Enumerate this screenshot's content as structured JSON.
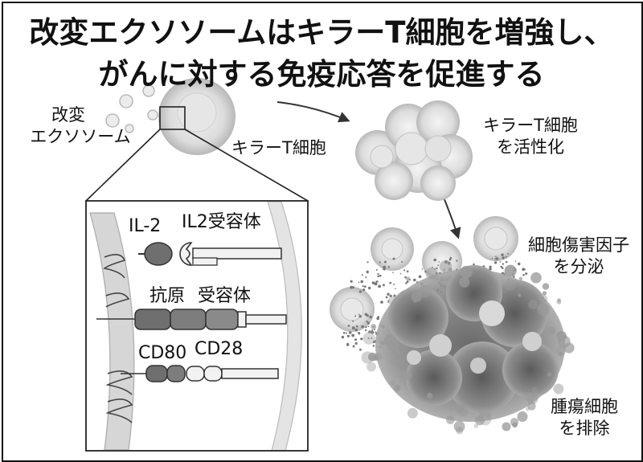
{
  "title": {
    "line1": "改変エクソソームはキラーT細胞を増強し、",
    "line2": "がんに対する免疫応答を促進する"
  },
  "labels": {
    "modified_exosome_1": "改変",
    "modified_exosome_2": "エクソソーム",
    "killer_t_cell": "キラーT細胞",
    "activate_1": "キラーT細胞",
    "activate_2": "を活性化",
    "cytotoxic_1": "細胞傷害因子",
    "cytotoxic_2": "を分泌",
    "tumor_1": "腫瘍細胞",
    "tumor_2": "を排除"
  },
  "inset": {
    "il2": "IL-2",
    "il2_receptor": "IL2受容体",
    "antigen": "抗原",
    "receptor": "受容体",
    "cd80": "CD80",
    "cd28": "CD28"
  },
  "colors": {
    "ink": "#111111",
    "cell_fill": "#d8d8d8",
    "cell_edge": "#b5b5b5",
    "tumor": "#8a8a8a",
    "membrane": "#c9c9c9"
  }
}
